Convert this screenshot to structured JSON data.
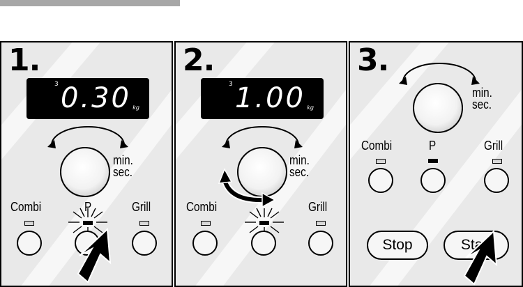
{
  "steps": [
    {
      "number": "1.",
      "display": {
        "superscript": "3",
        "value": "0.30",
        "unit": "kg"
      },
      "knob_label": "min.\nsec.",
      "buttons": [
        {
          "label": "Combi",
          "indicator": "off"
        },
        {
          "label": "P",
          "indicator": "flashing"
        },
        {
          "label": "Grill",
          "indicator": "off"
        }
      ],
      "pointer": "P button"
    },
    {
      "number": "2.",
      "display": {
        "superscript": "3",
        "value": "1.00",
        "unit": "kg"
      },
      "knob_label": "min.\nsec.",
      "buttons": [
        {
          "label": "Combi",
          "indicator": "off"
        },
        {
          "label": "",
          "indicator": "flashing"
        },
        {
          "label": "Grill",
          "indicator": "off"
        }
      ],
      "pointer": "turn knob"
    },
    {
      "number": "3.",
      "knob_label": "min.\nsec.",
      "buttons": [
        {
          "label": "Combi",
          "indicator": "off"
        },
        {
          "label": "P",
          "indicator": "on"
        },
        {
          "label": "Grill",
          "indicator": "off"
        }
      ],
      "stop_label": "Stop",
      "start_label": "Start",
      "pointer": "Start button"
    }
  ],
  "colors": {
    "panel_bg": "#e9e9e9",
    "display_bg": "#000000",
    "header_bar": "#a7a7a7"
  }
}
